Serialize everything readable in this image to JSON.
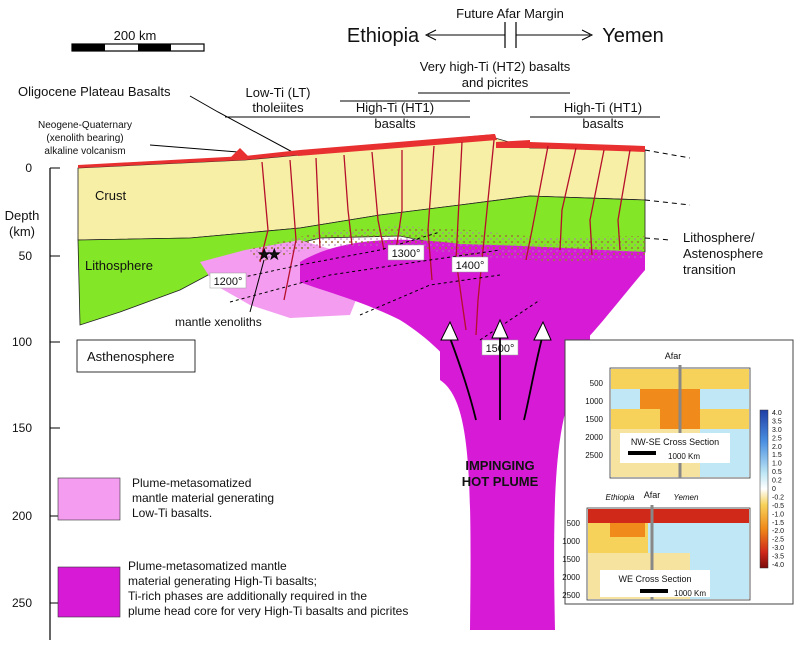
{
  "scale_bar": {
    "label": "200 km"
  },
  "header": {
    "future_margin": "Future Afar Margin",
    "left_country": "Ethiopia",
    "right_country": "Yemen"
  },
  "labels": {
    "vht2_line1": "Very high-Ti (HT2) basalts",
    "vht2_line2": "and picrites",
    "oligocene": "Oligocene Plateau Basalts",
    "lt_line1": "Low-Ti (LT)",
    "lt_line2": "tholeiites",
    "ht1a_line1": "High-Ti (HT1)",
    "ht1a_line2": "basalts",
    "ht1b_line1": "High-Ti (HT1)",
    "ht1b_line2": "basalts",
    "neo_line1": "Neogene-Quaternary",
    "neo_line2": "(xenolith bearing)",
    "neo_line3": "alkaline volcanism",
    "crust": "Crust",
    "lithosphere": "Lithosphere",
    "asthenosphere": "Asthenosphere",
    "transition_line1": "Lithosphere/",
    "transition_line2": "Astenosphere",
    "transition_line3": "transition",
    "mantle_xenoliths": "mantle xenoliths",
    "plume_line1": "IMPINGING",
    "plume_line2": "HOT PLUME"
  },
  "isotherms": [
    "1200°",
    "1300°",
    "1400°",
    "1500°"
  ],
  "depth_axis": {
    "title_line1": "Depth",
    "title_line2": "(km)",
    "ticks": [
      "0",
      "50",
      "100",
      "150",
      "200",
      "250"
    ]
  },
  "legend": [
    {
      "text": [
        "Plume-metasomatized",
        "mantle material generating",
        "Low-Ti basalts."
      ],
      "color": "#f39cf0"
    },
    {
      "text": [
        "Plume-metasomatized mantle",
        "material generating High-Ti basalts;",
        "Ti-rich phases are additionally required in the",
        "plume head core for very High-Ti basalts and picrites"
      ],
      "color": "#d61ad6"
    }
  ],
  "insets": {
    "top": {
      "marker": "Afar",
      "title": "NW-SE Cross Section",
      "scale": "1000 Km",
      "depths": [
        "500",
        "1000",
        "1500",
        "2000",
        "2500"
      ]
    },
    "bottom": {
      "marker_left": "Ethiopia",
      "marker_mid": "Afar",
      "marker_right": "Yemen",
      "title": "WE Cross Section",
      "scale": "1000 Km",
      "depths": [
        "500",
        "1000",
        "1500",
        "2000",
        "2500"
      ]
    },
    "colorbar_ticks": [
      "4.0",
      "3.5",
      "3.0",
      "2.5",
      "2.0",
      "1.5",
      "1.0",
      "0.5",
      "0.2",
      "0",
      "-0.2",
      "-0.5",
      "-1.0",
      "-1.5",
      "-2.0",
      "-2.5",
      "-3.0",
      "-3.5",
      "-4.0"
    ]
  }
}
